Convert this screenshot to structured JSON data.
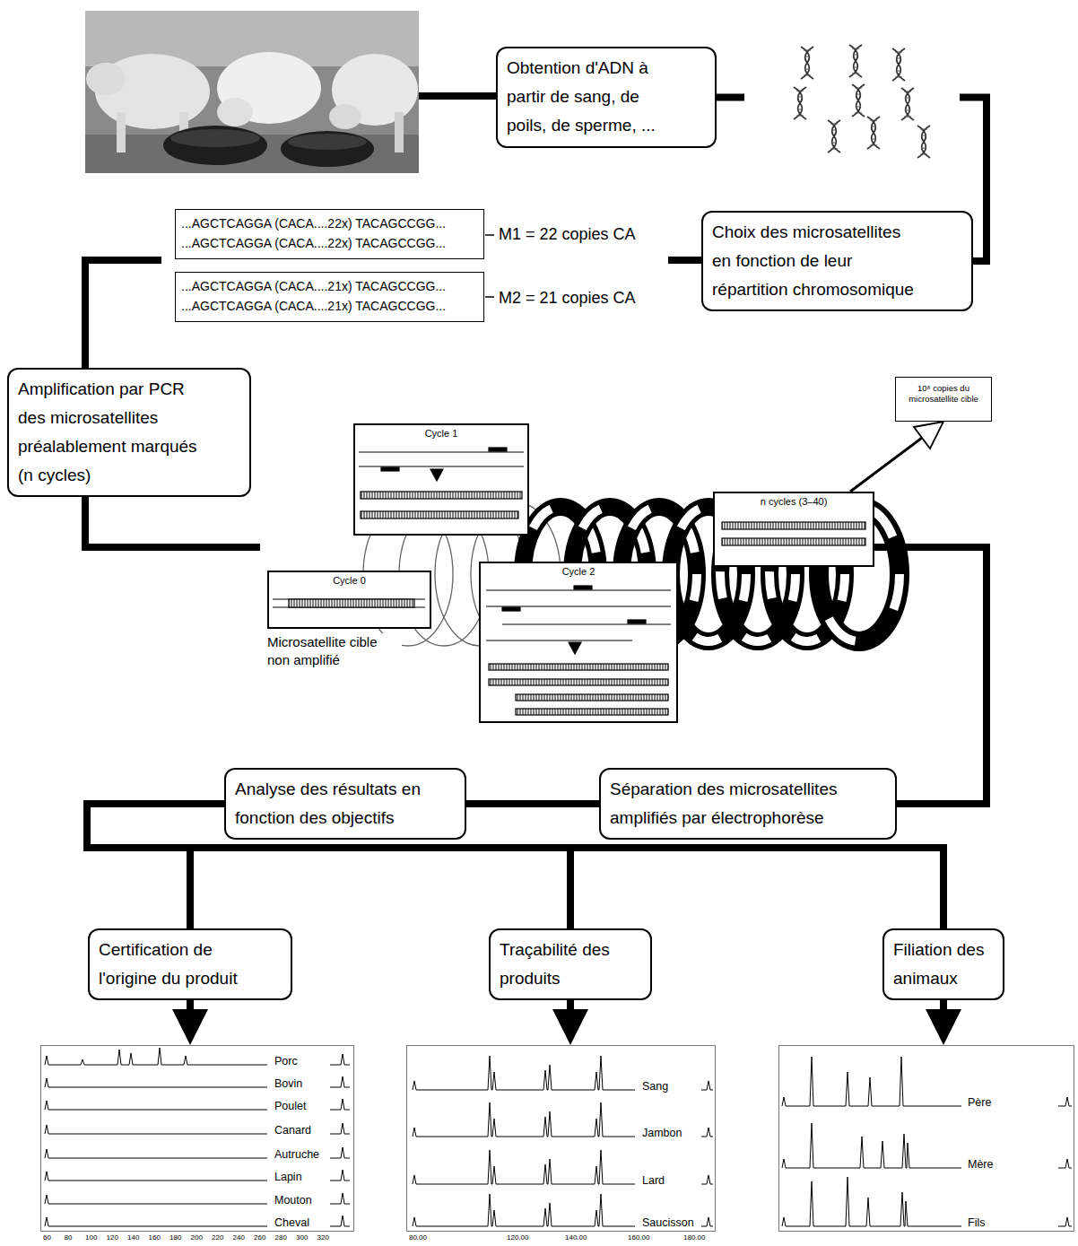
{
  "diagram": {
    "nodes": [
      {
        "text": [
          "Obtention d'ADN à partir de sang, de poils, de sperme, ..."
        ]
      },
      {
        "text": [
          "Choix des microsatellites en fonction de leur répartition chromosomique"
        ]
      },
      {
        "text": [
          "...AGCTCAGGA (CACA....22x) TACAGCCGG...",
          "...AGCTCAGGA (CACA....22x) TACAGCCGG..."
        ]
      },
      {
        "text": [
          "...AGCTCAGGA (CACA....21x) TACAGCCGG...",
          "...AGCTCAGGA (CACA....21x) TACAGCCGG..."
        ]
      },
      {
        "text": [
          "Amplification par PCR des microsatellites préalablement marqués (n cycles)"
        ]
      },
      {
        "text": [
          "10⁸ copies du microsatellite cible"
        ]
      },
      {
        "text": [
          "Cycle 0"
        ]
      },
      {
        "text": [
          "Cycle 1"
        ]
      },
      {
        "text": [
          "Cycle 2"
        ]
      },
      {
        "text": [
          "n cycles (3–40)"
        ]
      },
      {
        "text": [
          "Séparation des microsatellites amplifiés par électrophorèse"
        ]
      },
      {
        "text": [
          "Analyse des résultats en fonction des objectifs"
        ]
      },
      {
        "text": [
          "Certification de l'origine du produit"
        ]
      },
      {
        "text": [
          "Traçabilité des produits"
        ]
      },
      {
        "text": [
          "Filiation des animaux"
        ]
      },
      {
        "text": [
          "Porc",
          "Bovin",
          "Poulet",
          "Canard",
          "Autruche",
          "Lapin",
          "Mouton",
          "Cheval"
        ]
      },
      {
        "text": [
          "Sang",
          "Jambon",
          "Lard",
          "Saucisson"
        ]
      },
      {
        "text": [
          "Père",
          "Mère",
          "Fils"
        ]
      }
    ],
    "edges": [
      {
        "from": 0,
        "to": 1,
        "arrow": "none"
      },
      {
        "from": 9,
        "to": 5,
        "arrow": "to"
      },
      {
        "from": 9,
        "to": 10,
        "arrow": "none"
      },
      {
        "from": 10,
        "to": 11,
        "arrow": "none"
      },
      {
        "from": 11,
        "to": 12,
        "arrow": "none"
      },
      {
        "from": 11,
        "to": 13,
        "arrow": "none"
      },
      {
        "from": 11,
        "to": 14,
        "arrow": "none"
      },
      {
        "from": 12,
        "to": 15,
        "arrow": "to"
      },
      {
        "from": 13,
        "to": 16,
        "arrow": "to"
      },
      {
        "from": 14,
        "to": 17,
        "arrow": "to"
      }
    ],
    "labels": [
      "M1 = 22 copies CA",
      "M2 = 21 copies CA",
      "Microsatellite cible non amplifié",
      "60",
      "80",
      "100",
      "120",
      "140",
      "160",
      "180",
      "200",
      "220",
      "240",
      "260",
      "280",
      "300",
      "320",
      "80.00",
      "120.00",
      "140.00",
      "160.00",
      "180.00"
    ]
  }
}
